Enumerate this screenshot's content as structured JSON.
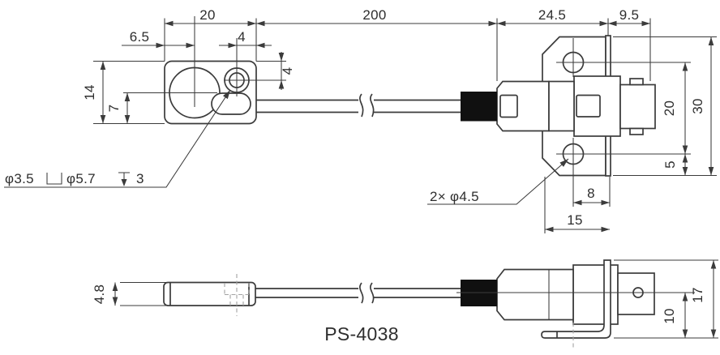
{
  "title": "PS-4038",
  "colors": {
    "line": "#3b3b3b",
    "dash": "#a3a3a3",
    "black_fill": "#101010",
    "bg": "#ffffff"
  },
  "top_view": {
    "horizontal_dims": {
      "head_width": "20",
      "cable_length": "200",
      "plug_length": "24.5",
      "bnc_length": "9.5",
      "lens_offset": "6.5",
      "hole_edge_offset": "4"
    },
    "vertical_dims": {
      "head_height": "14",
      "lens_center_to_bottom": "7",
      "hole_top_offset": "4",
      "mount_hole_pitch": "20",
      "flange_height": "30",
      "hole_to_flange_bottom": "5"
    },
    "flange_dims": {
      "hole_to_plate": "8",
      "flange_width": "15"
    },
    "callouts": {
      "counterbore_drill_dia": "φ3.5",
      "counterbore_dia": "φ5.7",
      "counterbore_depth": "3",
      "mount_holes": "2× φ4.5"
    }
  },
  "side_view": {
    "dims": {
      "head_thickness": "4.8",
      "axis_to_bottom": "10",
      "overall_height": "17"
    }
  }
}
